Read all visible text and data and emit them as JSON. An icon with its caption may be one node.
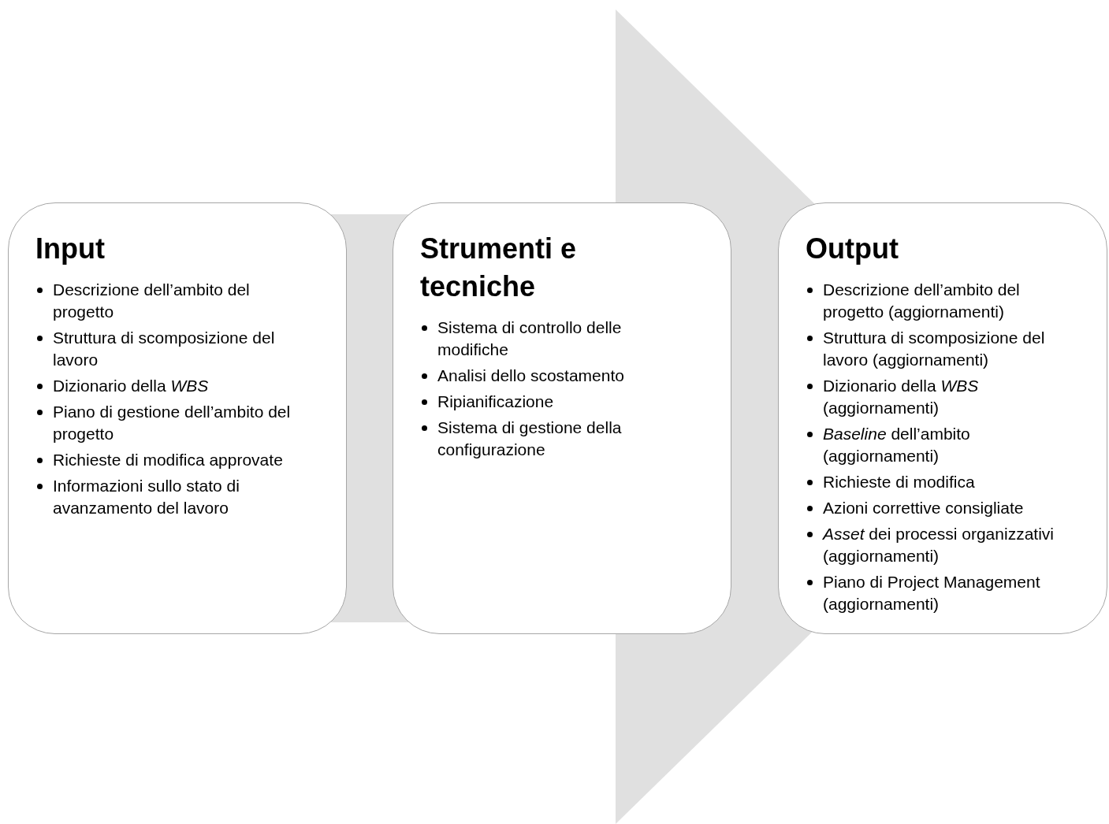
{
  "diagram": {
    "nodes": [
      {
        "text": [
          "Input",
          "Descrizione dell’ambito del progetto",
          "Struttura di scomposizione del lavoro",
          "Dizionario della *WBS*",
          "Piano di gestione dell’ambito del progetto",
          "Richieste di modifica approvate",
          "Informazioni sullo stato di avanzamento del lavoro"
        ]
      },
      {
        "text": [
          "Strumenti e tecniche",
          "Sistema di controllo delle modifiche",
          "Analisi dello scostamento",
          "Ripianificazione",
          "Sistema di gestione della configurazione"
        ]
      },
      {
        "text": [
          "Output",
          "Descrizione dell’ambito del progetto (aggiornamenti)",
          "Struttura di scomposizione del lavoro (aggiornamenti)",
          "Dizionario della *WBS* (aggiornamenti)",
          "*Baseline* dell’ambito (aggiornamenti)",
          "Richieste di modifica",
          "Azioni correttive consigliate",
          "*Asset* dei processi organizzativi (aggiornamenti)",
          "Piano di Project Management (aggiornamenti)"
        ]
      }
    ]
  }
}
